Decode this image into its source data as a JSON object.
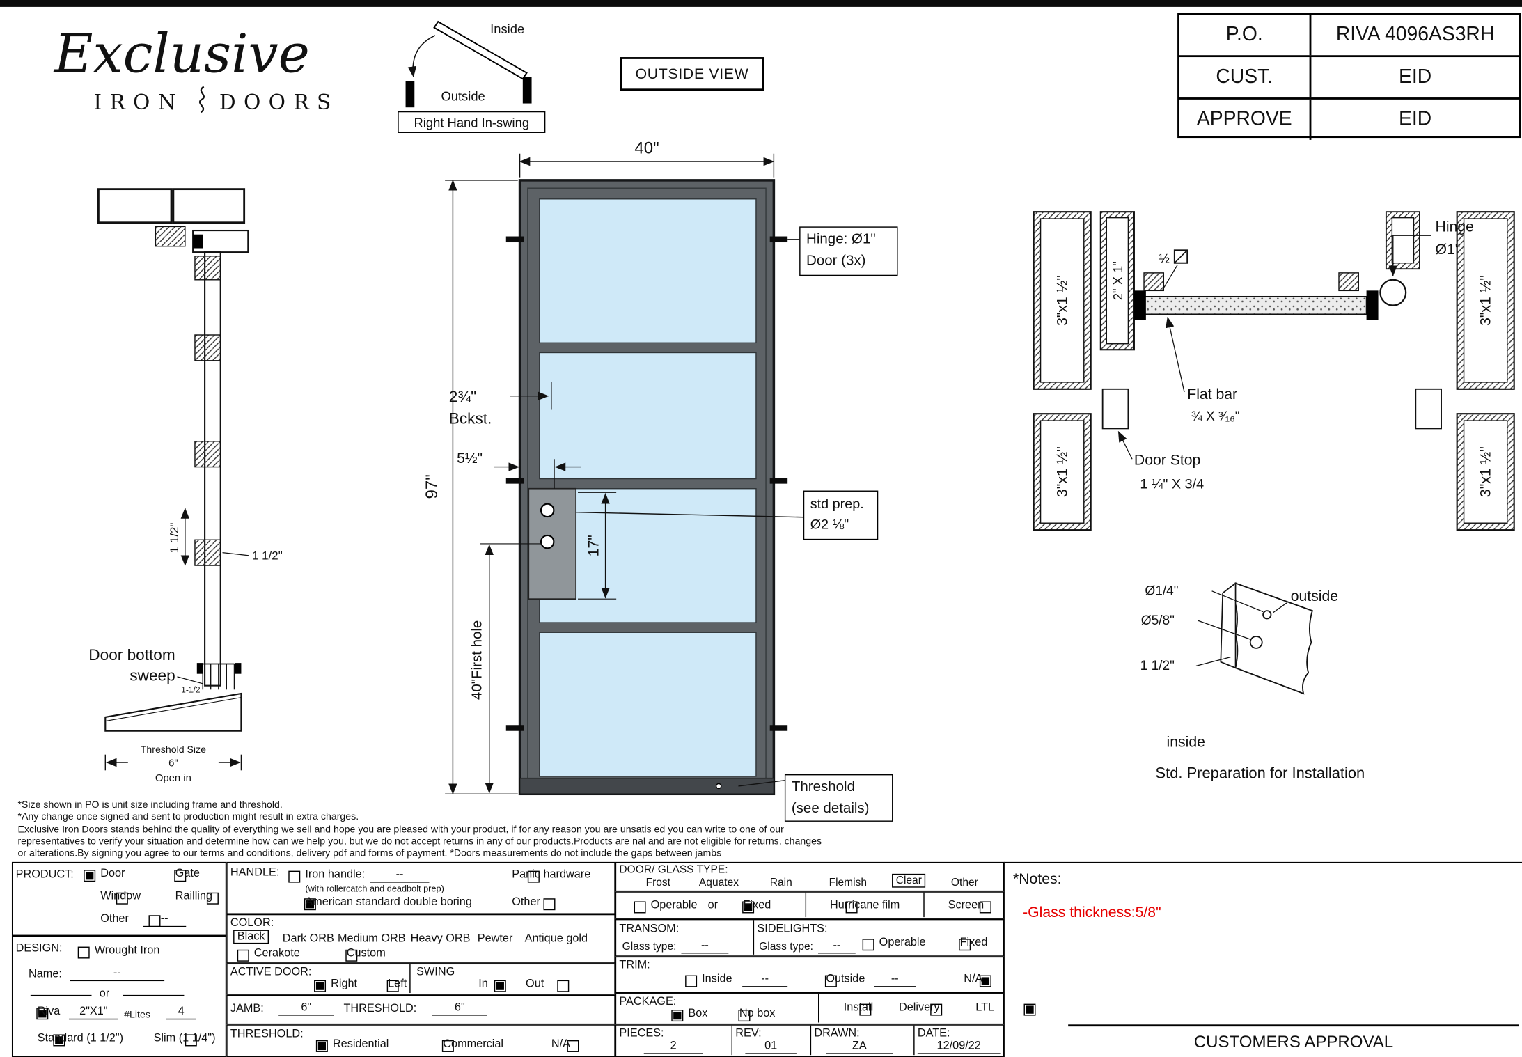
{
  "colors": {
    "glass_blue": "#cfe9f8",
    "frame_gray": "#5d6266",
    "note_red": "#e60000"
  },
  "header": {
    "logo_word": "Exclusive",
    "logo_iron": "IRON",
    "logo_doors": "DOORS",
    "logo_ornament_icon": "scroll-flourish",
    "view_label": "OUTSIDE VIEW",
    "swing_inside": "Inside",
    "swing_outside": "Outside",
    "swing_caption": "Right Hand In-swing",
    "po_rows": [
      {
        "label": "P.O.",
        "value": "RIVA 4096AS3RH"
      },
      {
        "label": "CUST.",
        "value": "EID"
      },
      {
        "label": "APPROVE",
        "value": "EID"
      }
    ]
  },
  "front": {
    "width_dim": "40\"",
    "height_dim": "97\"",
    "backset_value": "2¾\"",
    "backset_label": "Bckst.",
    "lock_offset": "5½\"",
    "prep_height": "17\"",
    "first_hole": "40\"First hole",
    "hinge_callout_1": "Hinge: Ø1\"",
    "hinge_callout_2": "Door (3x)",
    "prep_callout_1": "std prep.",
    "prep_callout_2": "Ø2 ⅛\"",
    "threshold_callout_1": "Threshold",
    "threshold_callout_2": "(see details)"
  },
  "side": {
    "dim_rot": "1 1/2\"",
    "dim_horiz": "1 1/2\"",
    "sweep_1": "Door bottom",
    "sweep_2": "sweep",
    "sweep_small": "1-1/2",
    "th_size": "Threshold Size",
    "th_value": "6\"",
    "open_in": "Open in"
  },
  "jamb": {
    "tube_lt": "3\"x1 ½\"",
    "tube_lb": "3\"x1 ½\"",
    "tube_inner": "2\" X 1\"",
    "tube_rt": "3\"x1 ½\"",
    "tube_rb": "3\"x1 ½\"",
    "half_note": "½",
    "flat_bar": "Flat bar",
    "flat_bar_dim": "¾ X ³⁄₁₆\"",
    "door_stop": "Door Stop",
    "door_stop_dim": "1 ¼\" X 3/4",
    "hinge": "Hinge",
    "hinge_dim": "Ø1\""
  },
  "install": {
    "hole_small": "Ø1/4\"",
    "hole_large": "Ø5/8\"",
    "edge_dist": "1 1/2\"",
    "outside": "outside",
    "inside": "inside",
    "caption": "Std. Preparation for Installation"
  },
  "disclaimer": {
    "l1": "*Size shown in PO is unit size including frame and threshold.",
    "l2": "*Any change once signed and sent to production might result in extra charges.",
    "l3": "Exclusive Iron Doors stands behind the quality of everything we sell and hope you are pleased with your product, if for any reason you are unsatis ed you can write to one of our",
    "l4": "representatives to verify your situation and determine how can we help you, but we do not accept returns in any of our products.Products are  nal and are not eligible for returns, changes",
    "l5": "or alterations.By signing you agree to our terms and conditions, delivery pdf and forms of payment. *Doors measurements do not include the gaps between jambs"
  },
  "form": {
    "product": {
      "label": "PRODUCT:",
      "door": "Door",
      "gate": "Gate",
      "window": "Window",
      "railing": "Railling",
      "other": "Other",
      "other_val": "--"
    },
    "design": {
      "label": "DESIGN:",
      "wrought": "Wrought Iron",
      "name_label": "Name:",
      "name_val": "--",
      "or_word": "or",
      "riva": "Riva",
      "riva_size": "2\"X1\"",
      "lites": "#Lites",
      "lites_val": "4",
      "standard": "Standard (1 1/2\")",
      "slim": "Slim (1 1/4\")"
    },
    "handle": {
      "label": "HANDLE:",
      "iron": "Iron handle:",
      "iron_val": "--",
      "iron_note": "(with rollercatch and deadbolt prep)",
      "american": "American standard double boring",
      "panic": "Panic hardware",
      "other": "Other"
    },
    "color": {
      "label": "COLOR:",
      "black": "Black",
      "dark": "Dark ORB",
      "medium": "Medium ORB",
      "heavy": "Heavy ORB",
      "pewter": "Pewter",
      "antique": "Antique gold",
      "cerakote": "Cerakote",
      "custom": "Custom"
    },
    "active": {
      "label": "ACTIVE DOOR:",
      "right": "Right",
      "left": "Left"
    },
    "swing": {
      "label": "SWING",
      "in_opt": "In",
      "out_opt": "Out"
    },
    "jamb_row": {
      "jamb": "JAMB:",
      "jamb_val": "6\"",
      "threshold": "THRESHOLD:",
      "threshold_val": "6\""
    },
    "threshold_row": {
      "label": "THRESHOLD:",
      "residential": "Residential",
      "commercial": "Commercial",
      "na": "N/A"
    },
    "glass": {
      "label": "DOOR/ GLASS TYPE:",
      "frost": "Frost",
      "aquatex": "Aquatex",
      "rain": "Rain",
      "flemish": "Flemish",
      "clear": "Clear",
      "other": "Other"
    },
    "glass2": {
      "operable": "Operable",
      "or_word": "or",
      "fixed": "Fixed",
      "hurricane": "Hurricane film",
      "screen": "Screen"
    },
    "transom": {
      "label": "TRANSOM:",
      "glass_type": "Glass type:",
      "val": "--"
    },
    "sidelights": {
      "label": "SIDELIGHTS:",
      "glass_type": "Glass type:",
      "val": "--",
      "operable": "Operable",
      "fixed": "Fixed"
    },
    "trim": {
      "label": "TRIM:",
      "inside": "Inside",
      "inside_val": "--",
      "outside": "Outside",
      "outside_val": "--",
      "na": "N/A"
    },
    "package": {
      "label": "PACKAGE:",
      "box": "Box",
      "no_box": "No box",
      "install": "Install",
      "delivery": "Delivery",
      "ltl": "LTL"
    },
    "footer": {
      "pieces": "PIECES:",
      "pieces_val": "2",
      "rev": "REV:",
      "rev_val": "01",
      "drawn": "DRAWN:",
      "drawn_val": "ZA",
      "date": "DATE:",
      "date_val": "12/09/22"
    }
  },
  "notes": {
    "title": "*Notes:",
    "glass_thickness": "-Glass thickness:5/8\""
  },
  "approval": "CUSTOMERS APPROVAL"
}
